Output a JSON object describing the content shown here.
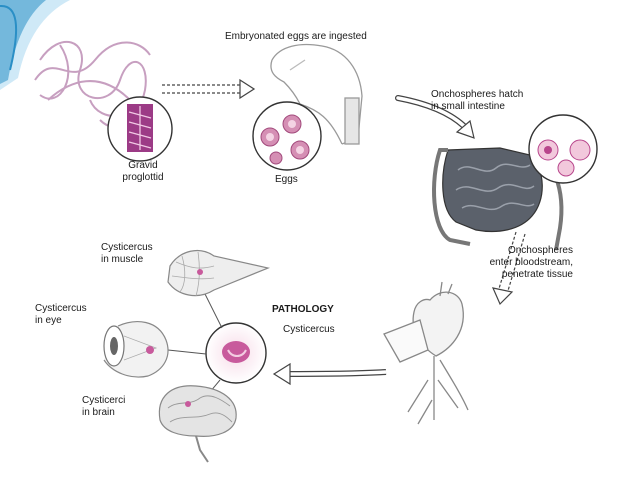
{
  "labels": {
    "ingested": "Embryonated eggs are ingested",
    "gravid": "Gravid\nproglottid",
    "eggs": "Eggs",
    "hatch": "Onchospheres hatch\nin small intestine",
    "enter": "Onchospheres\nenter bloodstream,\npenetrate tissue",
    "pathology": "PATHOLOGY",
    "cysticercus": "Cysticercus",
    "muscle": "Cysticercus\nin muscle",
    "eye": "Cysticercus\nin eye",
    "brain": "Cysticerci\nin brain"
  },
  "colors": {
    "accent": "#2a8fc6",
    "tissue": "#b8468c",
    "tissue_light": "#f2c8dc",
    "sketch": "#8a8a8a",
    "intestine": "#555a63"
  },
  "icons": [
    "tapeworm-icon",
    "head-icon",
    "intestine-icon",
    "heart-icon",
    "muscle-icon",
    "eye-icon",
    "brain-icon"
  ]
}
